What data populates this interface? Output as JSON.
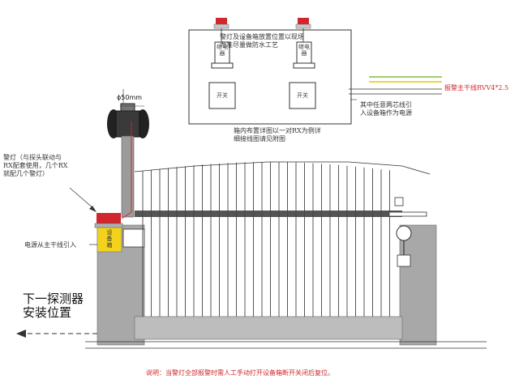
{
  "labels": {
    "top_note": "警灯及设备箱放置位置以现场\n为准尽量做防水工艺",
    "box_caption": "箱内布置详图以一对RX为例详\n细接线图请见附图",
    "relay_label": "继电器",
    "switch_label": "开关",
    "wire_label": "报警主干线RVV4*2.5",
    "power_note": "其中任意两芯线引\n入设备箱作为电源",
    "diameter": "ϕ50mm",
    "warning_light_note": "警灯（与探头联动与\nRX配套使用，几个RX\n就配几个警灯）",
    "power_in": "电源从主干线引入",
    "detector_position": "下一探测器\n安装位置",
    "device_box_label": "设备箱",
    "footer_note": "说明：当警灯全部报警时需人工手动打开设备箱断开关闭后复位。"
  },
  "colors": {
    "accent_red": "#d0262c",
    "wire_green": "#7ac142",
    "wire_yellow": "#e8c800",
    "device_box_yellow": "#f2d21c"
  }
}
